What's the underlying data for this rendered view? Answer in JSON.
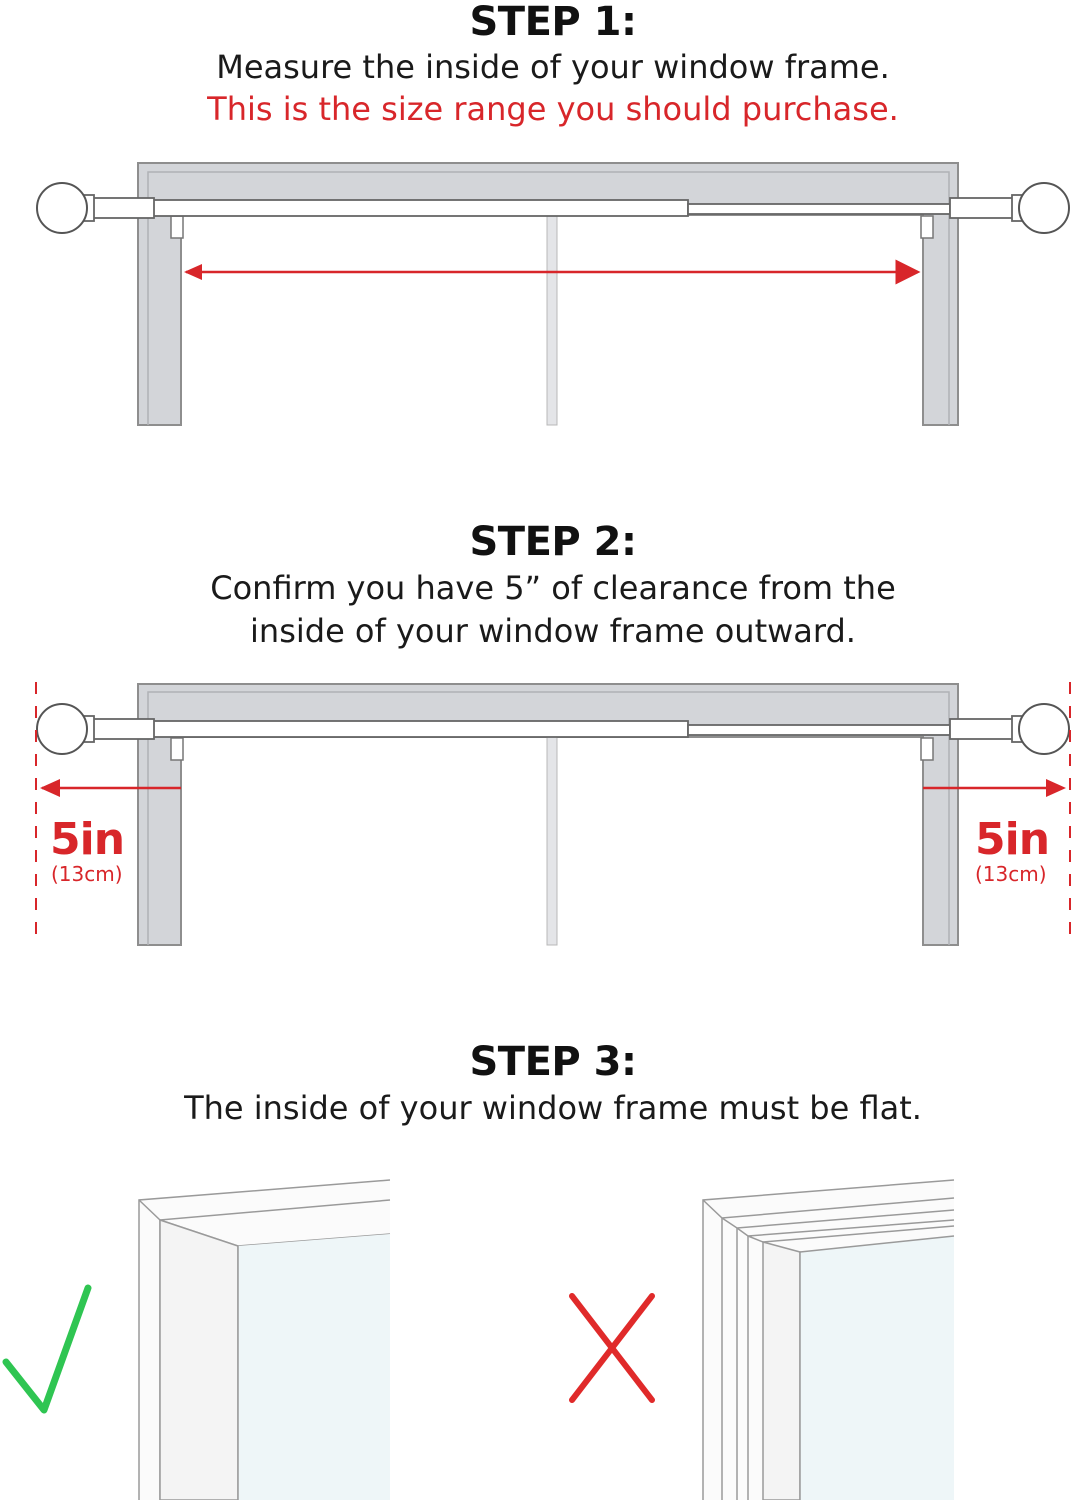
{
  "step1": {
    "heading": "STEP 1:",
    "line1": "Measure the inside of your window frame.",
    "line2": "This is the size range you should purchase."
  },
  "step2": {
    "heading": "STEP 2:",
    "line1": "Confirm you have 5” of clearance from the",
    "line2": "inside of your window frame outward.",
    "left_measure": "5in",
    "left_measure_metric": "(13cm)",
    "right_measure": "5in",
    "right_measure_metric": "(13cm)"
  },
  "step3": {
    "heading": "STEP 3:",
    "line1": "The inside of your window frame must be flat.",
    "good_icon": "checkmark-icon",
    "bad_icon": "x-mark-icon"
  },
  "colors": {
    "accent_red": "#d8262a",
    "check_green": "#2fc552",
    "frame_gray": "#cfd1d5",
    "outline": "#8a8a8a"
  }
}
